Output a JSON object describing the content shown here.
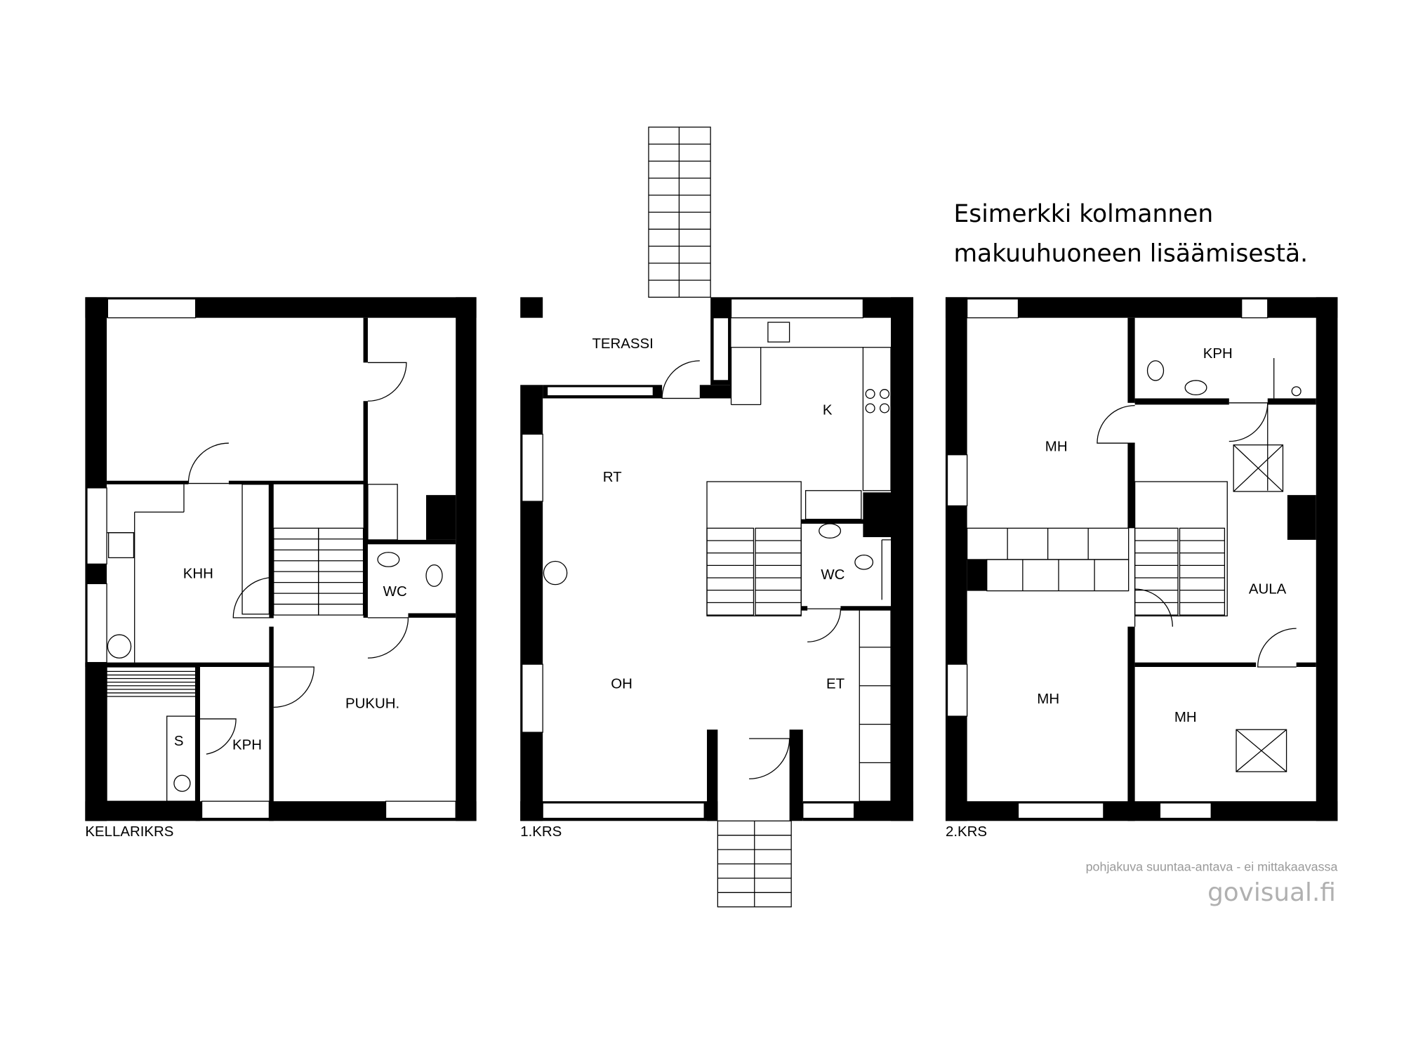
{
  "title": {
    "line1": "Esimerkki kolmannen",
    "line2": "makuuhuoneen lisäämisestä."
  },
  "floors": [
    {
      "name": "KELLARIKRS",
      "rooms": [
        "KHH",
        "WC",
        "PUKUH.",
        "S",
        "KPH"
      ]
    },
    {
      "name": "1.KRS",
      "rooms": [
        "TERASSI",
        "K",
        "RT",
        "WC",
        "OH",
        "ET"
      ]
    },
    {
      "name": "2.KRS",
      "rooms": [
        "MH",
        "KPH",
        "AULA",
        "MH",
        "MH"
      ]
    }
  ],
  "footer": {
    "note": "pohjakuva suuntaa-antava - ei mittakaavassa",
    "logo": "govisual.fi"
  },
  "colors": {
    "wall": "#000000",
    "text": "#000000",
    "note": "#9a9a9a",
    "logo": "#b0b0b0"
  }
}
